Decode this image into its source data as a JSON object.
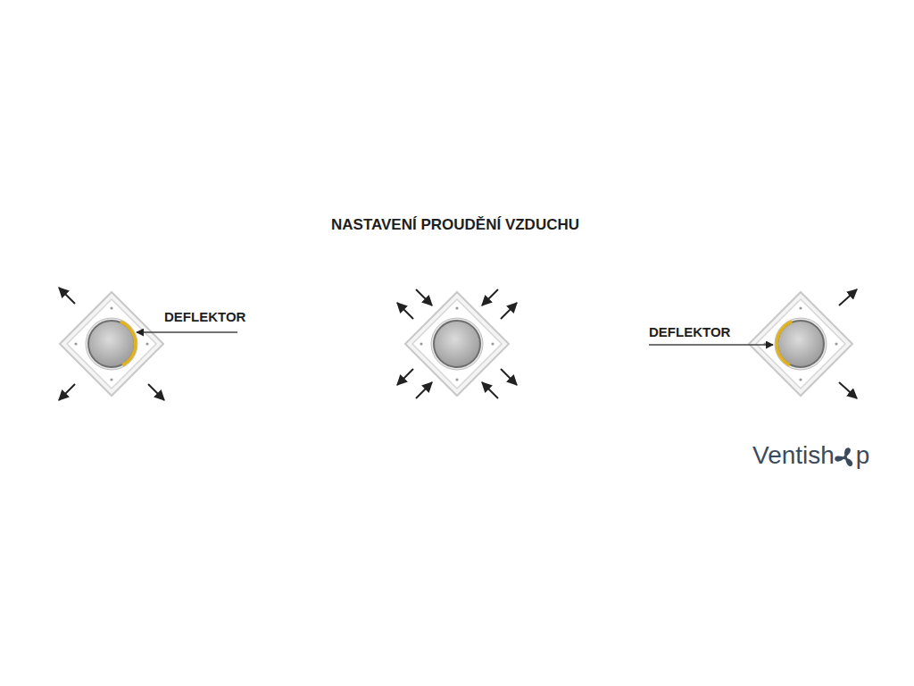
{
  "diagram": {
    "title": "NASTAVENÍ PROUDĚNÍ VZDUCHU",
    "labels": [
      "DEFLEKTOR",
      "DEFLEKTOR",
      "Ventish",
      "p"
    ]
  }
}
